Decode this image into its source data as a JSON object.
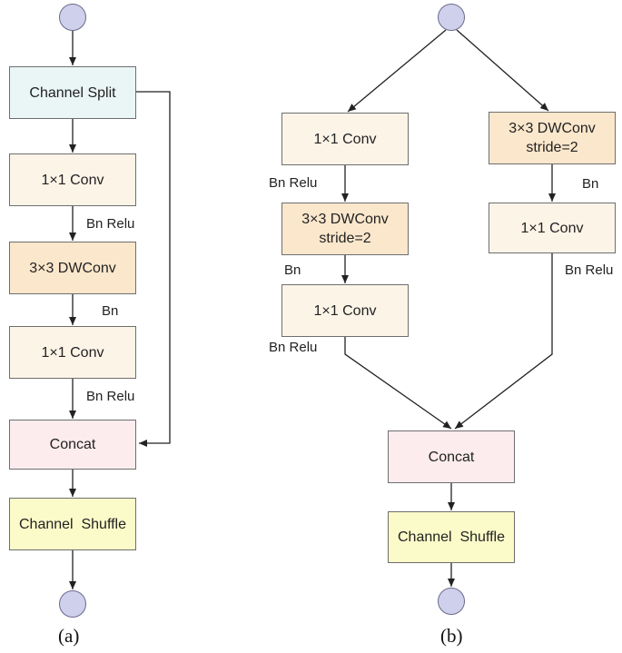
{
  "diagram_a": {
    "caption": "(a)",
    "channel_split": "Channel Split",
    "conv1": "1×1 Conv",
    "label_bn_relu_1": "Bn Relu",
    "dwconv": "3×3 DWConv",
    "label_bn": "Bn",
    "conv2": "1×1 Conv",
    "label_bn_relu_2": "Bn Relu",
    "concat": "Concat",
    "shuffle": "Channel  Shuffle"
  },
  "diagram_b": {
    "caption": "(b)",
    "left_conv1": "1×1 Conv",
    "left_label_bn_relu_1": "Bn Relu",
    "left_dwconv_line1": "3×3 DWConv",
    "left_dwconv_line2": "stride=2",
    "left_label_bn": "Bn",
    "left_conv2": "1×1 Conv",
    "left_label_bn_relu_2": "Bn Relu",
    "right_dwconv_line1": "3×3 DWConv",
    "right_dwconv_line2": "stride=2",
    "right_label_bn": "Bn",
    "right_conv": "1×1 Conv",
    "right_label_bn_relu": "Bn Relu",
    "concat": "Concat",
    "shuffle": "Channel  Shuffle"
  },
  "colors": {
    "split": "#eaf6f6",
    "conv": "#fdf4e8",
    "dwconv": "#fbe7cc",
    "concat": "#fdecee",
    "shuffle": "#fbfbc9",
    "terminal": "#cfd0ec"
  }
}
